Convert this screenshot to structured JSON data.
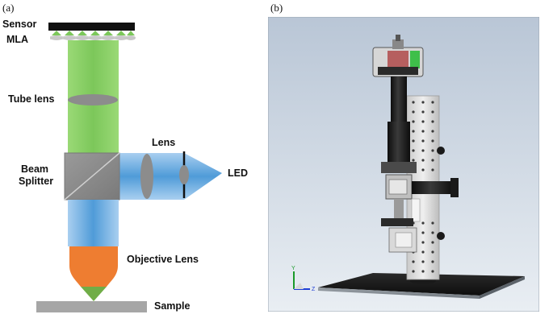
{
  "panel_a": {
    "letter": "(a)",
    "labels": {
      "sensor": "Sensor",
      "mla": "MLA",
      "tube_lens": "Tube lens",
      "lens": "Lens",
      "led": "LED",
      "beam": "Beam",
      "splitter": "Splitter",
      "objective_lens": "Objective Lens",
      "sample": "Sample"
    },
    "colors": {
      "green_beam": "#8fd16a",
      "blue_beam": "#5aa6dc",
      "objective_orange": "#ee7d31",
      "objective_tip_green": "#70ad47",
      "splitter_gray": "#8c8c8c",
      "sample_gray": "#a6a6a6",
      "lens_gray": "#8c8c8c"
    }
  },
  "panel_b": {
    "letter": "(b)",
    "axis_labels": {
      "y": "Y",
      "z": "Z"
    },
    "colors": {
      "background_top": "#bcc8d8",
      "background_bottom": "#e8edf2",
      "plate": "#9aa0a6",
      "body": "#1a1a1a"
    }
  }
}
